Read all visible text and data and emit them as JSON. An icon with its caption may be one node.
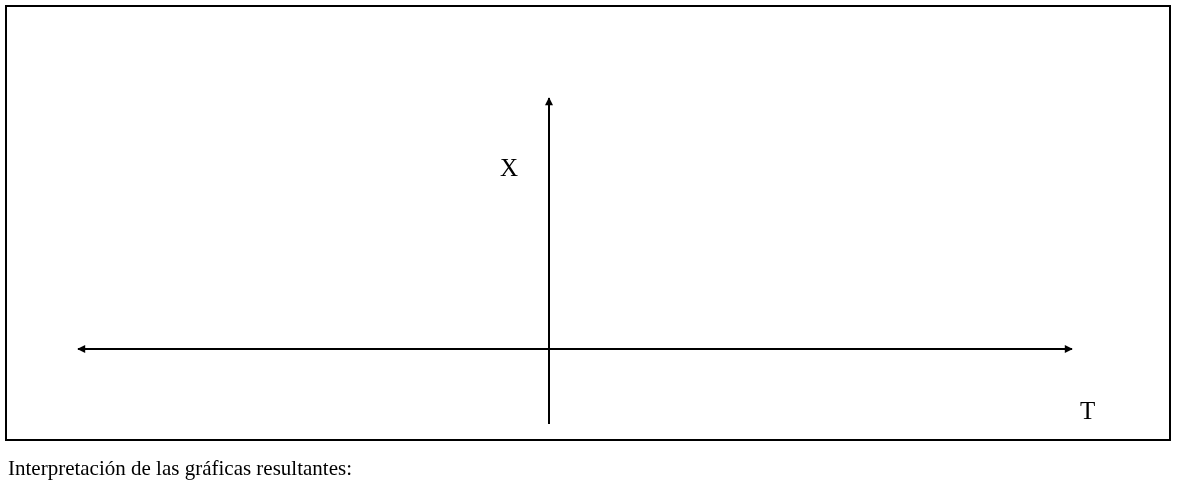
{
  "diagram": {
    "labels": [
      "X",
      "T",
      "Interpretación de las gráficas resultantes:"
    ]
  }
}
